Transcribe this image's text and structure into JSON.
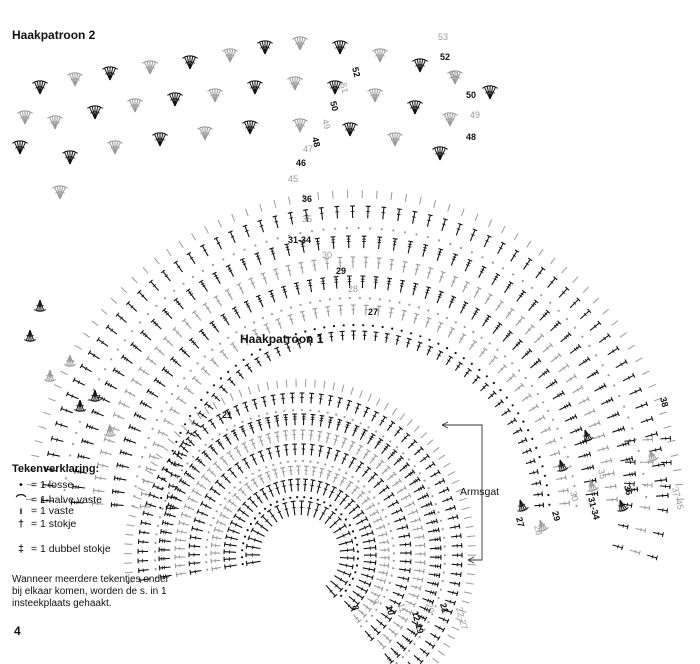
{
  "pattern2": {
    "title": "Haakpatroon 2",
    "round_labels": [
      {
        "text": "53",
        "tone": "gray",
        "at": "p2_53"
      },
      {
        "text": "52",
        "tone": "black",
        "at": "p2_52"
      },
      {
        "text": "51",
        "tone": "gray",
        "at": "p2_51"
      },
      {
        "text": "50",
        "tone": "black",
        "at": "p2_50"
      },
      {
        "text": "49",
        "tone": "gray",
        "at": "p2_49"
      },
      {
        "text": "48",
        "tone": "black",
        "at": "p2_48"
      },
      {
        "text": "52",
        "tone": "black",
        "at": "p2_52b"
      },
      {
        "text": "51",
        "tone": "gray",
        "at": "p2_51b"
      },
      {
        "text": "50",
        "tone": "black",
        "at": "p2_50b"
      },
      {
        "text": "49",
        "tone": "gray",
        "at": "p2_49b"
      },
      {
        "text": "48",
        "tone": "black",
        "at": "p2_48b"
      },
      {
        "text": "47",
        "tone": "gray",
        "at": "p2_47"
      },
      {
        "text": "46",
        "tone": "black",
        "at": "p2_46"
      },
      {
        "text": "45",
        "tone": "gray",
        "at": "p2_45"
      },
      {
        "text": "36",
        "tone": "black",
        "at": "p2_36"
      },
      {
        "text": "35",
        "tone": "gray",
        "at": "p2_35"
      },
      {
        "text": "31-34",
        "tone": "black",
        "at": "p2_3134"
      },
      {
        "text": "30",
        "tone": "gray",
        "at": "p2_30"
      },
      {
        "text": "29",
        "tone": "black",
        "at": "p2_29"
      },
      {
        "text": "28",
        "tone": "gray",
        "at": "p2_28"
      },
      {
        "text": "27",
        "tone": "black",
        "at": "p2_27"
      },
      {
        "text": "38",
        "tone": "black",
        "at": "p2_38"
      },
      {
        "text": "37-45",
        "tone": "gray",
        "at": "p2_3745"
      },
      {
        "text": "36",
        "tone": "black",
        "at": "p2_36b"
      },
      {
        "text": "35",
        "tone": "gray",
        "at": "p2_35b"
      },
      {
        "text": "31-34",
        "tone": "black",
        "at": "p2_3134b"
      },
      {
        "text": "30",
        "tone": "gray",
        "at": "p2_30b"
      },
      {
        "text": "29",
        "tone": "black",
        "at": "p2_29b"
      },
      {
        "text": "28",
        "tone": "gray",
        "at": "p2_28b"
      },
      {
        "text": "27",
        "tone": "black",
        "at": "p2_27b"
      }
    ]
  },
  "pattern1": {
    "title": "Haakpatroon 1",
    "armhole_label": "Armsgat",
    "round_labels": [
      {
        "text": "21",
        "tone": "black"
      },
      {
        "text": "8",
        "tone": "black"
      },
      {
        "text": "9",
        "tone": "gray"
      },
      {
        "text": "10",
        "tone": "black"
      },
      {
        "text": "11",
        "tone": "gray"
      },
      {
        "text": "12-19",
        "tone": "black"
      },
      {
        "text": "20",
        "tone": "gray"
      },
      {
        "text": "21",
        "tone": "black"
      },
      {
        "text": "22-27",
        "tone": "gray"
      }
    ]
  },
  "legend": {
    "title": "Tekenverklaring:",
    "items": [
      {
        "symbol": "•",
        "text": "= 1 losse"
      },
      {
        "symbol": "⌒",
        "text": "= 1 halve vaste"
      },
      {
        "symbol": "ı",
        "text": "= 1 vaste"
      },
      {
        "symbol": "†",
        "text": "= 1 stokje"
      },
      {
        "symbol": "‡",
        "text": "= 1 dubbel stokje"
      }
    ],
    "note": "Wanneer meerdere tekentjes onder bij elkaar komen, worden de s. in 1 insteekplaats gehaakt."
  },
  "page_number": "4",
  "colors": {
    "ink": "#111111",
    "gray": "#9a9a9a",
    "light": "#c4c4c4"
  }
}
